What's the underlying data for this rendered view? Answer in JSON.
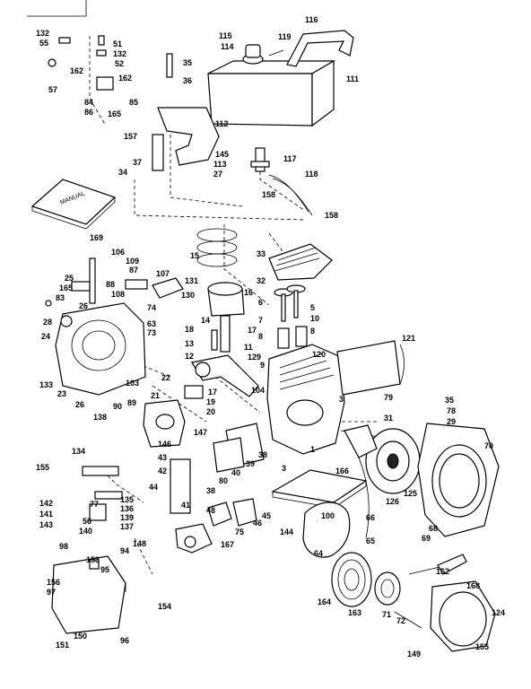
{
  "diagram": {
    "callouts": [
      {
        "id": "c132a",
        "label": "132"
      },
      {
        "id": "c55a",
        "label": "55"
      },
      {
        "id": "c51",
        "label": "51"
      },
      {
        "id": "c132b",
        "label": "132"
      },
      {
        "id": "c52",
        "label": "52"
      },
      {
        "id": "c162a",
        "label": "162"
      },
      {
        "id": "c162b",
        "label": "162"
      },
      {
        "id": "c57",
        "label": "57"
      },
      {
        "id": "c84",
        "label": "84"
      },
      {
        "id": "c86",
        "label": "86"
      },
      {
        "id": "c165a",
        "label": "165"
      },
      {
        "id": "c85",
        "label": "85"
      },
      {
        "id": "c35a",
        "label": "35"
      },
      {
        "id": "c36",
        "label": "36"
      },
      {
        "id": "c115",
        "label": "115"
      },
      {
        "id": "c114",
        "label": "114"
      },
      {
        "id": "c119",
        "label": "119"
      },
      {
        "id": "c116",
        "label": "116"
      },
      {
        "id": "c111",
        "label": "111"
      },
      {
        "id": "c112",
        "label": "112"
      },
      {
        "id": "c157",
        "label": "157"
      },
      {
        "id": "c145",
        "label": "145"
      },
      {
        "id": "c37",
        "label": "37"
      },
      {
        "id": "c113",
        "label": "113"
      },
      {
        "id": "c27",
        "label": "27"
      },
      {
        "id": "c117",
        "label": "117"
      },
      {
        "id": "c118",
        "label": "118"
      },
      {
        "id": "c34",
        "label": "34"
      },
      {
        "id": "c158a",
        "label": "158"
      },
      {
        "id": "c158b",
        "label": "158"
      },
      {
        "id": "c169",
        "label": "169"
      },
      {
        "id": "c15",
        "label": "15"
      },
      {
        "id": "c33",
        "label": "33"
      },
      {
        "id": "c106",
        "label": "106"
      },
      {
        "id": "c109",
        "label": "109"
      },
      {
        "id": "c87",
        "label": "87"
      },
      {
        "id": "c107",
        "label": "107"
      },
      {
        "id": "c25",
        "label": "25"
      },
      {
        "id": "c165b",
        "label": "165"
      },
      {
        "id": "c88",
        "label": "88"
      },
      {
        "id": "c108",
        "label": "108"
      },
      {
        "id": "c131",
        "label": "131"
      },
      {
        "id": "c130",
        "label": "130"
      },
      {
        "id": "c32",
        "label": "32"
      },
      {
        "id": "c83",
        "label": "83"
      },
      {
        "id": "c26a",
        "label": "26"
      },
      {
        "id": "c14",
        "label": "14"
      },
      {
        "id": "c16",
        "label": "16"
      },
      {
        "id": "c6",
        "label": "6"
      },
      {
        "id": "c5",
        "label": "5"
      },
      {
        "id": "c28",
        "label": "28"
      },
      {
        "id": "c74",
        "label": "74"
      },
      {
        "id": "c10",
        "label": "10"
      },
      {
        "id": "c7",
        "label": "7"
      },
      {
        "id": "c24",
        "label": "24"
      },
      {
        "id": "c63",
        "label": "63"
      },
      {
        "id": "c73",
        "label": "73"
      },
      {
        "id": "c18",
        "label": "18"
      },
      {
        "id": "c17",
        "label": "17"
      },
      {
        "id": "c8a",
        "label": "8"
      },
      {
        "id": "c8b",
        "label": "8"
      },
      {
        "id": "c121",
        "label": "121"
      },
      {
        "id": "c13",
        "label": "13"
      },
      {
        "id": "c11",
        "label": "11"
      },
      {
        "id": "c120",
        "label": "120"
      },
      {
        "id": "c12",
        "label": "12"
      },
      {
        "id": "c129",
        "label": "129"
      },
      {
        "id": "c9",
        "label": "9"
      },
      {
        "id": "c133",
        "label": "133"
      },
      {
        "id": "c23",
        "label": "23"
      },
      {
        "id": "c22",
        "label": "22"
      },
      {
        "id": "c103",
        "label": "103"
      },
      {
        "id": "c26b",
        "label": "26"
      },
      {
        "id": "c21",
        "label": "21"
      },
      {
        "id": "c17b",
        "label": "17"
      },
      {
        "id": "c104",
        "label": "104"
      },
      {
        "id": "c19",
        "label": "19"
      },
      {
        "id": "c20",
        "label": "20"
      },
      {
        "id": "c3a",
        "label": "3"
      },
      {
        "id": "c79",
        "label": "79"
      },
      {
        "id": "c35b",
        "label": "35"
      },
      {
        "id": "c78",
        "label": "78"
      },
      {
        "id": "c29",
        "label": "29"
      },
      {
        "id": "c90",
        "label": "90"
      },
      {
        "id": "c89",
        "label": "89"
      },
      {
        "id": "c138",
        "label": "138"
      },
      {
        "id": "c31",
        "label": "31"
      },
      {
        "id": "c147",
        "label": "147"
      },
      {
        "id": "c146",
        "label": "146"
      },
      {
        "id": "c70",
        "label": "70"
      },
      {
        "id": "c134",
        "label": "134"
      },
      {
        "id": "c43",
        "label": "43"
      },
      {
        "id": "c42",
        "label": "42"
      },
      {
        "id": "c39",
        "label": "39"
      },
      {
        "id": "c40",
        "label": "40"
      },
      {
        "id": "c38a",
        "label": "38"
      },
      {
        "id": "c3b",
        "label": "3"
      },
      {
        "id": "c1",
        "label": "1"
      },
      {
        "id": "c166",
        "label": "166"
      },
      {
        "id": "c155a",
        "label": "155"
      },
      {
        "id": "c44",
        "label": "44"
      },
      {
        "id": "c80",
        "label": "80"
      },
      {
        "id": "c38b",
        "label": "38"
      },
      {
        "id": "c135",
        "label": "135"
      },
      {
        "id": "c77",
        "label": "77"
      },
      {
        "id": "c136",
        "label": "136"
      },
      {
        "id": "c142",
        "label": "142"
      },
      {
        "id": "c41",
        "label": "41"
      },
      {
        "id": "c141",
        "label": "141"
      },
      {
        "id": "c56",
        "label": "56"
      },
      {
        "id": "c139",
        "label": "139"
      },
      {
        "id": "c143",
        "label": "143"
      },
      {
        "id": "c140",
        "label": "140"
      },
      {
        "id": "c137",
        "label": "137"
      },
      {
        "id": "c48",
        "label": "48"
      },
      {
        "id": "c45",
        "label": "45"
      },
      {
        "id": "c46",
        "label": "46"
      },
      {
        "id": "c75",
        "label": "75"
      },
      {
        "id": "c144",
        "label": "144"
      },
      {
        "id": "c100",
        "label": "100"
      },
      {
        "id": "c126",
        "label": "126"
      },
      {
        "id": "c125",
        "label": "125"
      },
      {
        "id": "c66",
        "label": "66"
      },
      {
        "id": "c68",
        "label": "68"
      },
      {
        "id": "c69",
        "label": "69"
      },
      {
        "id": "c98",
        "label": "98"
      },
      {
        "id": "c148",
        "label": "148"
      },
      {
        "id": "c94",
        "label": "94"
      },
      {
        "id": "c167",
        "label": "167"
      },
      {
        "id": "c65",
        "label": "65"
      },
      {
        "id": "c64",
        "label": "64"
      },
      {
        "id": "c153",
        "label": "153"
      },
      {
        "id": "c95",
        "label": "95"
      },
      {
        "id": "c152",
        "label": "152"
      },
      {
        "id": "c156",
        "label": "156"
      },
      {
        "id": "c97",
        "label": "97"
      },
      {
        "id": "c168",
        "label": "168"
      },
      {
        "id": "c154",
        "label": "154"
      },
      {
        "id": "c164",
        "label": "164"
      },
      {
        "id": "c163",
        "label": "163"
      },
      {
        "id": "c71",
        "label": "71"
      },
      {
        "id": "c72",
        "label": "72"
      },
      {
        "id": "c124",
        "label": "124"
      },
      {
        "id": "c150",
        "label": "150"
      },
      {
        "id": "c96",
        "label": "96"
      },
      {
        "id": "c151",
        "label": "151"
      },
      {
        "id": "c149",
        "label": "149"
      },
      {
        "id": "c155b",
        "label": "155"
      }
    ],
    "booklet_text": "MANUAL"
  }
}
